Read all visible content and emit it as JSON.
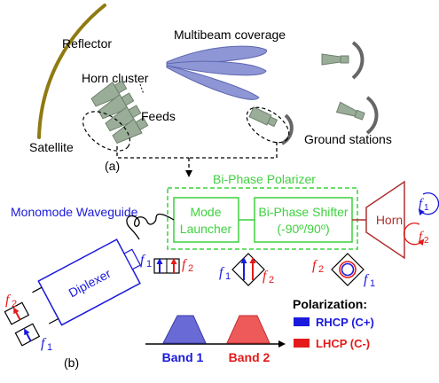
{
  "colors": {
    "green": "#3fd13f",
    "blue": "#1a1adc",
    "red": "#e41a1a",
    "horn": "#b03030",
    "olive": "#8f7a10",
    "feed_fill": "#9aad98",
    "beam_fill": "#8e96d6",
    "band1_fill": "#6a6ad6",
    "band2_fill": "#ee5a5a"
  },
  "top": {
    "reflector": "Reflector",
    "satellite": "Satellite",
    "horn_cluster": "Horn cluster",
    "feeds": "Feeds",
    "multibeam": "Multibeam coverage",
    "ground_stations": "Ground stations",
    "label_a": "(a)"
  },
  "bottom": {
    "bi_phase_polarizer": "Bi-Phase Polarizer",
    "mode_launcher_1": "Mode",
    "mode_launcher_2": "Launcher",
    "phase_shifter_1": "Bi-Phase Shifter",
    "phase_shifter_2": "(-90º/90º)",
    "horn": "Horn",
    "monomode": "Monomode Waveguide",
    "diplexer": "Diplexer",
    "label_b": "(b)",
    "f1": "f",
    "f2": "f",
    "sub1": "1",
    "sub2": "2",
    "band1": "Band 1",
    "band2": "Band 2",
    "polarization_title": "Polarization:",
    "rhcp": "RHCP (C+)",
    "lhcp": "LHCP (C-)"
  }
}
